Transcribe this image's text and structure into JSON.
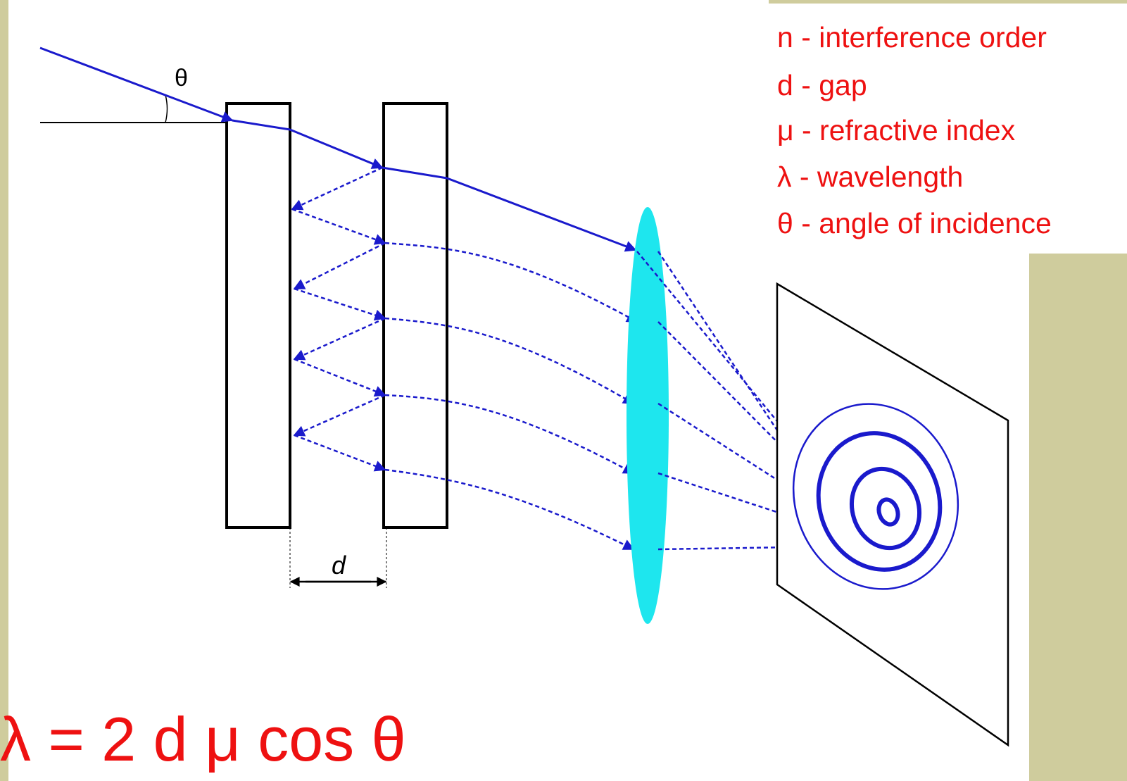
{
  "diagram": {
    "angle_label": "θ",
    "gap_label": "d"
  },
  "legend": {
    "items": [
      "n - interference order",
      "d - gap",
      "μ - refractive index",
      "λ - wavelength",
      "θ - angle of incidence"
    ]
  },
  "formula": {
    "text": "λ = 2 d μ cos θ"
  },
  "colors": {
    "background": "#cfcc9d",
    "panel": "#ffffff",
    "ray": "#1a1acc",
    "lens": "#1ee6ee",
    "text_accent": "#ee1111",
    "outline": "#000000"
  },
  "icons": {
    "lens": "lens-icon",
    "screen": "screen-icon",
    "fringes": "interference-rings-icon"
  }
}
